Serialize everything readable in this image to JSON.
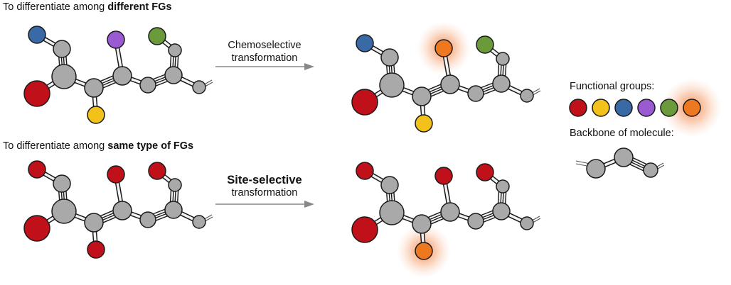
{
  "headings": {
    "top_prefix": "To differentiate among ",
    "top_bold": "different FGs",
    "bottom_prefix": "To differentiate among ",
    "bottom_bold": "same type of FGs"
  },
  "arrows": {
    "top_line1": "Chemoselective",
    "top_line2": "transformation",
    "bottom_line1": "Site-selective",
    "bottom_line2": "transformation"
  },
  "legend": {
    "functional_groups_label": "Functional groups:",
    "backbone_label": "Backbone of molecule:",
    "fg_colors": [
      "#c0101a",
      "#f2c21a",
      "#3a6aa6",
      "#9a5ad2",
      "#6a9a3a",
      "#ee7820"
    ]
  },
  "colors": {
    "backbone": "#a9a9a9",
    "red": "#c0101a",
    "yellow": "#f2c21a",
    "blue": "#3a6aa6",
    "purple": "#9a5ad2",
    "green": "#6a9a3a",
    "orange": "#ee7820",
    "glow": "#f5a070"
  }
}
